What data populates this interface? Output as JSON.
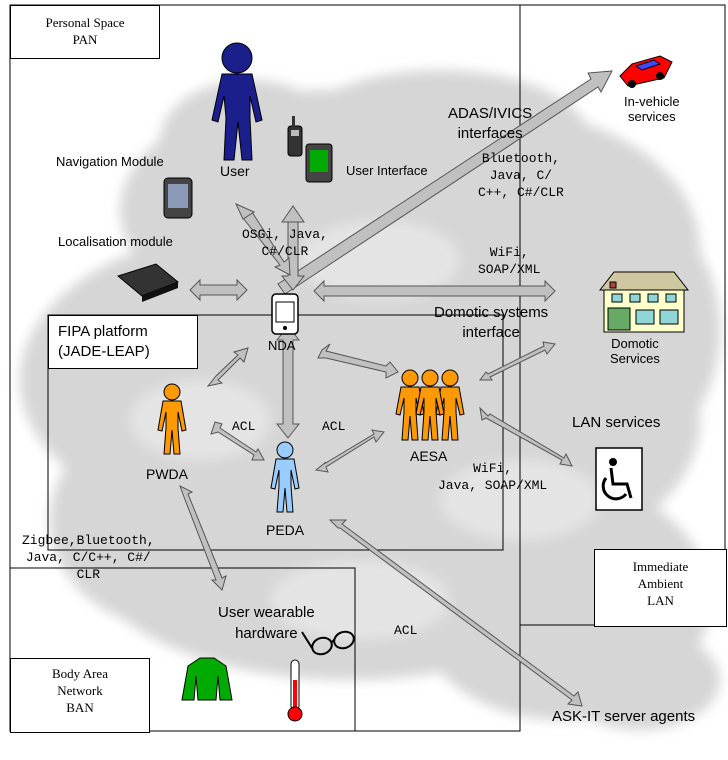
{
  "zones": {
    "pan_title": "Personal Space",
    "pan_sub": "PAN",
    "fipa_line1": "FIPA platform",
    "fipa_line2": "(JADE-LEAP)",
    "ban_line1": "Body Area",
    "ban_line2": "Network",
    "ban_line3": "BAN",
    "lan_line1": "Immediate",
    "lan_line2": "Ambient",
    "lan_line3": "LAN"
  },
  "nodes": {
    "user": "User",
    "user_interface": "User Interface",
    "navigation_module": "Navigation Module",
    "localisation_module": "Localisation module",
    "nda": "NDA",
    "pwda": "PWDA",
    "peda": "PEDA",
    "aesa": "AESA",
    "in_vehicle_1": "In-vehicle",
    "in_vehicle_2": "services",
    "domotic_1": "Domotic",
    "domotic_2": "Services",
    "lan_services": "LAN services",
    "wearable_1": "User wearable",
    "wearable_2": "hardware",
    "server_agents": "ASK-IT server agents"
  },
  "interfaces": {
    "adas_1": "ADAS/IVICS",
    "adas_2": "interfaces",
    "domotic_if_1": "Domotic systems",
    "domotic_if_2": "interface"
  },
  "protocols": {
    "ui_1": "OSGi, Java,",
    "ui_2": "C#/CLR",
    "vehicle_1": "Bluetooth,",
    "vehicle_2": "Java, C/",
    "vehicle_3": "C++, C#/CLR",
    "domotic_1": "WiFi,",
    "domotic_2": "SOAP/XML",
    "lan_1": "WiFi,",
    "lan_2": "Java, SOAP/XML",
    "ban_1": "Zigbee,Bluetooth,",
    "ban_2": "Java, C/C++, C#/",
    "ban_3": "CLR",
    "acl_left": "ACL",
    "acl_right": "ACL",
    "acl_server": "ACL"
  },
  "colors": {
    "user": "#1a1f8c",
    "agent_orange": "#ff9900",
    "agent_blue": "#99ccff",
    "green_device": "#00aa00",
    "arrow_fill": "#c0c0c0",
    "cloud": "#d9d9d9",
    "car": "#ff0000"
  }
}
